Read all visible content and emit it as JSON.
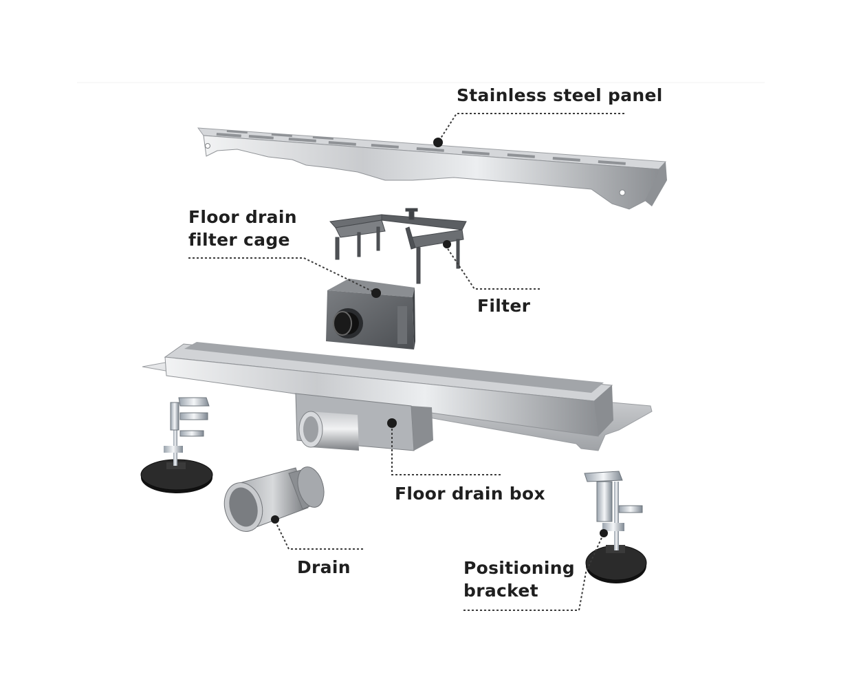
{
  "labels": {
    "stainless_steel_panel": "Stainless steel panel",
    "filter_cage": [
      "Floor drain",
      "filter cage"
    ],
    "filter": "Filter",
    "floor_drain_box": "Floor drain box",
    "drain": "Drain",
    "positioning_bracket": [
      "Positioning",
      "bracket"
    ]
  },
  "colors": {
    "text": "#1f1f1f",
    "leader": "#3a3a3a",
    "steel_light": "#e4e5e7",
    "steel_mid": "#b9bbbe",
    "steel_dark": "#7d8084",
    "plastic_gray": "#5d6064",
    "rubber_black": "#1c1c1c"
  }
}
